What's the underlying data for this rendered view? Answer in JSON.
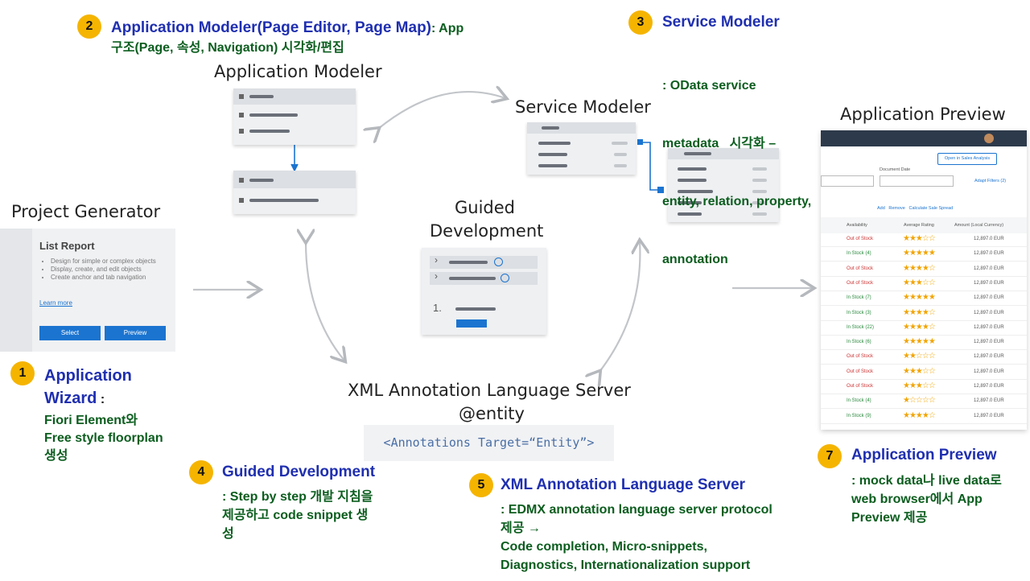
{
  "labels": {
    "project_generator": "Project Generator",
    "app_modeler": "Application Modeler",
    "service_modeler": "Service Modeler",
    "app_preview": "Application Preview",
    "guided_title_1": "Guided",
    "guided_title_2": "Development",
    "xml_title": "XML Annotation Language Server",
    "xml_entity": "@entity",
    "xml_code": "<Annotations Target=“Entity”>"
  },
  "list_report": {
    "title": "List Report",
    "bullets": [
      "Design for simple or complex objects",
      "Display, create, and edit objects",
      "Create anchor and tab navigation"
    ],
    "learn_more": "Learn more",
    "select_button": "Select",
    "preview_button": "Preview"
  },
  "guided_card": {
    "numbered": "1."
  },
  "preview": {
    "open_button": "Open in Sales Analysis",
    "document_date_label": "Document Date",
    "adapt_filters": "Adapt Filters (2)",
    "toolbar": [
      "Add",
      "Remove",
      "Calculate Sale Spread"
    ],
    "columns": [
      "Availability",
      "Average Rating",
      "Amount (Local Currency)"
    ],
    "rows": [
      {
        "status": "Out of Stock",
        "color": "#cc3333",
        "stars": "★★★☆☆",
        "amount": "12,897.0 EUR"
      },
      {
        "status": "In Stock (4)",
        "color": "#2a8a3e",
        "stars": "★★★★★",
        "amount": "12,897.0 EUR"
      },
      {
        "status": "Out of Stock",
        "color": "#cc3333",
        "stars": "★★★★☆",
        "amount": "12,897.0 EUR"
      },
      {
        "status": "Out of Stock",
        "color": "#cc3333",
        "stars": "★★★☆☆",
        "amount": "12,897.0 EUR"
      },
      {
        "status": "In Stock (7)",
        "color": "#2a8a3e",
        "stars": "★★★★★",
        "amount": "12,897.0 EUR"
      },
      {
        "status": "In Stock (3)",
        "color": "#2a8a3e",
        "stars": "★★★★☆",
        "amount": "12,897.0 EUR"
      },
      {
        "status": "In Stock (22)",
        "color": "#2a8a3e",
        "stars": "★★★★☆",
        "amount": "12,897.0 EUR"
      },
      {
        "status": "In Stock (6)",
        "color": "#2a8a3e",
        "stars": "★★★★★",
        "amount": "12,897.0 EUR"
      },
      {
        "status": "Out of Stock",
        "color": "#cc3333",
        "stars": "★★☆☆☆",
        "amount": "12,897.0 EUR"
      },
      {
        "status": "Out of Stock",
        "color": "#cc3333",
        "stars": "★★★☆☆",
        "amount": "12,897.0 EUR"
      },
      {
        "status": "Out of Stock",
        "color": "#cc3333",
        "stars": "★★★☆☆",
        "amount": "12,897.0 EUR"
      },
      {
        "status": "In Stock (4)",
        "color": "#2a8a3e",
        "stars": "★☆☆☆☆",
        "amount": "12,897.0 EUR"
      },
      {
        "status": "In Stock (9)",
        "color": "#2a8a3e",
        "stars": "★★★★☆",
        "amount": "12,897.0 EUR"
      }
    ]
  },
  "notes": {
    "n1": {
      "badge": "1",
      "title_1": "Application",
      "title_2": "Wizard",
      "title_suffix": " :",
      "line1": "Fiori Element와",
      "line2": "Free style floorplan",
      "line3": "생성"
    },
    "n2": {
      "badge": "2",
      "title": "Application Modeler(Page Editor, Page Map)",
      "title_suffix": ": App",
      "line1": "구조(Page, 속성, Navigation) 시각화/편집"
    },
    "n3": {
      "badge": "3",
      "title": "Service Modeler",
      "line1": ": OData service",
      "line2": "metadata   시각화 –",
      "line3": "entity, relation, property,",
      "line4": "annotation"
    },
    "n4": {
      "badge": "4",
      "title": "Guided Development",
      "line1": ": Step by step 개발 지침을",
      "line2": "제공하고 code snippet 생",
      "line3": "성"
    },
    "n5": {
      "badge": "5",
      "title": "XML Annotation Language Server",
      "line1": ": EDMX annotation language server protocol",
      "line2": "제공 →",
      "line3": "Code completion, Micro-snippets,",
      "line4": "Diagnostics, Internationalization support"
    },
    "n7": {
      "badge": "7",
      "title": "Application Preview",
      "line1": ": mock data나 live data로",
      "line2": "web browser에서 App",
      "line3": "Preview 제공"
    }
  },
  "colors": {
    "badge": "#f5b400",
    "note_title": "#1f2fb0",
    "note_text": "#0b5d1e",
    "accent": "#1b74d0"
  }
}
